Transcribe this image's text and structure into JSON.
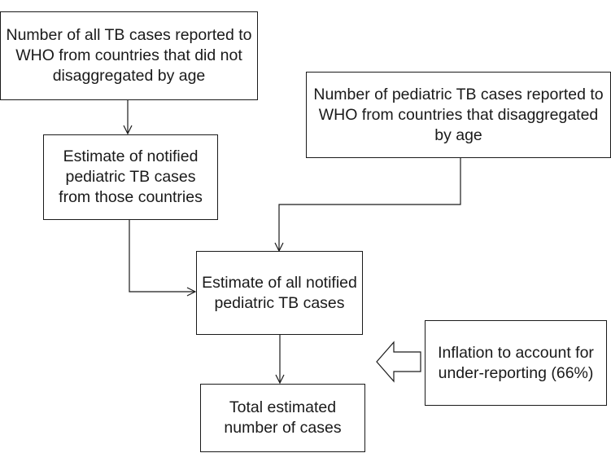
{
  "diagram": {
    "boxes": {
      "all_tb_cases": {
        "text": "Number of all TB cases reported to WHO from countries that did not disaggregated by age"
      },
      "pediatric_cases_disaggregated": {
        "text": "Number of pediatric TB cases reported to WHO from countries that disaggregated by age"
      },
      "estimate_notified_pediatric": {
        "text": "Estimate of notified pediatric TB cases from those countries"
      },
      "estimate_all_notified": {
        "text": "Estimate of all notified pediatric TB cases"
      },
      "inflation": {
        "text": "Inflation to account for under-reporting (66%)"
      },
      "total_estimated": {
        "text": "Total estimated number of cases"
      }
    },
    "colors": {
      "stroke": "#1a1a1a",
      "background": "#ffffff"
    }
  }
}
